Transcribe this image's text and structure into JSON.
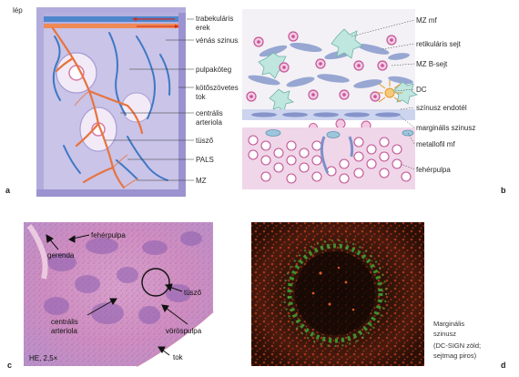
{
  "panel_a": {
    "letter": "a",
    "title": "lép",
    "labels": [
      "trabekuláris",
      "erek",
      "vénás szinusz",
      "pulpaköteg",
      "kötőszövetes",
      "tok",
      "centrális",
      "arteriola",
      "tüsző",
      "PALS",
      "MZ"
    ]
  },
  "panel_b": {
    "letter": "b",
    "labels": [
      "MZ mf",
      "retikuláris sejt",
      "MZ B-sejt",
      "DC",
      "színusz endotél",
      "marginális szinusz",
      "metallofil mf",
      "fehérpulpa"
    ]
  },
  "panel_c": {
    "letter": "c",
    "stain": "HE, 2,5×",
    "labels": [
      "fehérpulpa",
      "gerenda",
      "tüsző",
      "centrális",
      "arteriola",
      "vöröspulpa",
      "tok"
    ]
  },
  "panel_d": {
    "letter": "d",
    "caption": [
      "Marginális",
      "szinusz",
      "(DC-SIGN zöld;",
      "sejtmag piros)"
    ]
  },
  "colors": {
    "capsule": "#a9a3d6",
    "vein_blue": "#3f78c4",
    "artery_orange": "#e8733e",
    "follicle": "#ece4f4",
    "pulp_pink": "#d27ab0",
    "he_pink": "#d896c0",
    "he_purple": "#9b6cb8",
    "if_red": "#d83a1e",
    "if_green": "#3fae3a"
  }
}
